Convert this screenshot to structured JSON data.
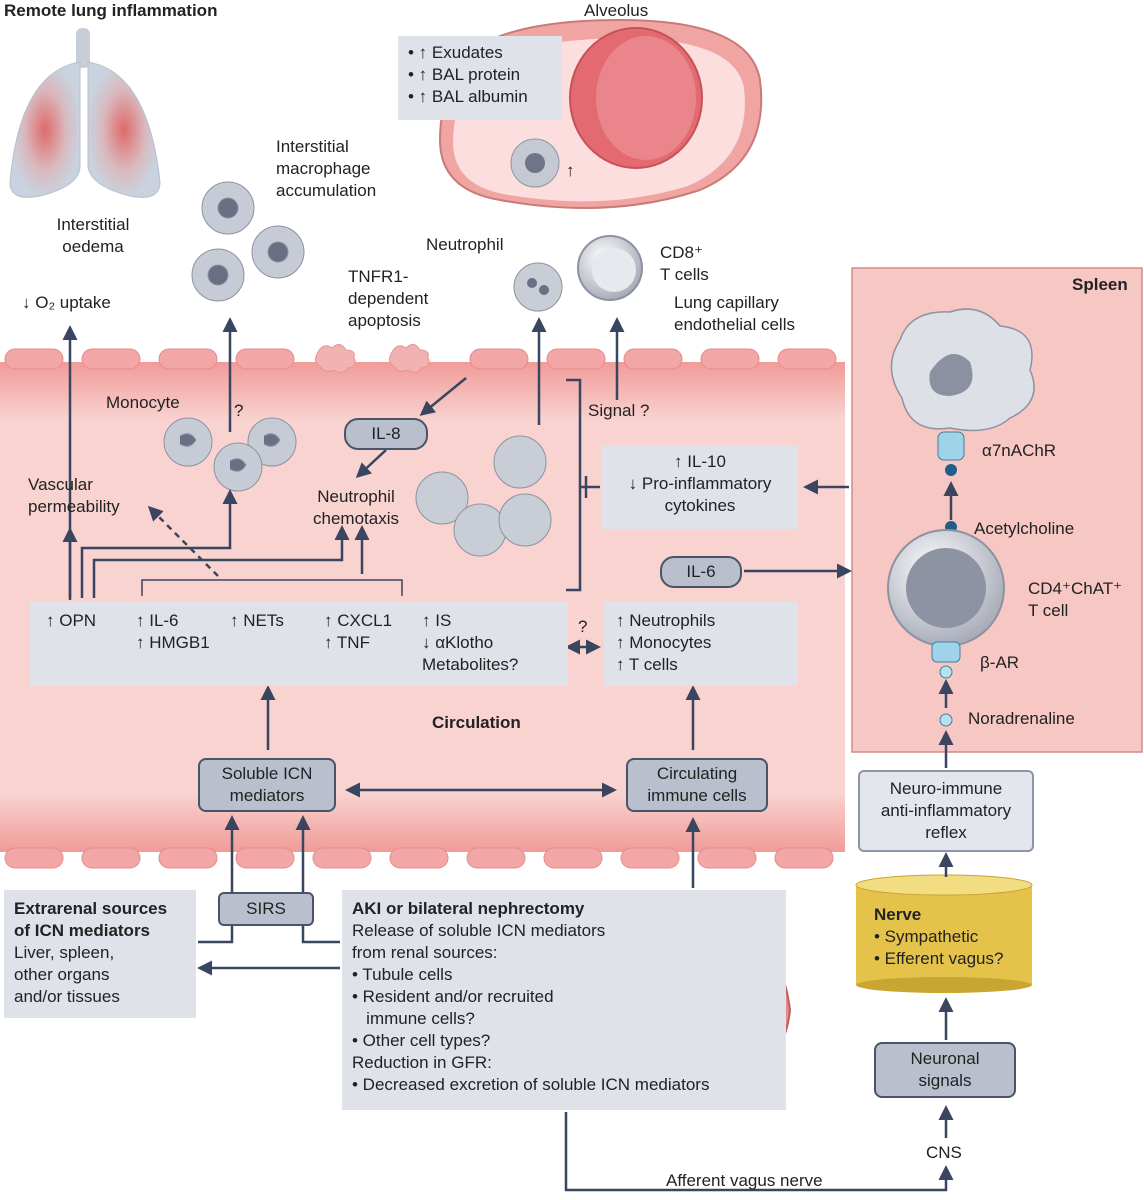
{
  "lung": {
    "title": "Remote lung inflammation",
    "oedema": [
      "Interstitial",
      "oedema"
    ],
    "o2": "↓ O₂ uptake",
    "macrophage": [
      "Interstitial",
      "macrophage",
      "accumulation"
    ],
    "tnfr1": [
      "TNFR1-",
      "dependent",
      "apoptosis"
    ],
    "neutrophil": "Neutrophil",
    "cd8": [
      "CD8⁺",
      "T cells"
    ],
    "capillary": [
      "Lung capillary",
      "endothelial cells"
    ],
    "monocyte": "Monocyte",
    "question": "?",
    "signal": "Signal ?"
  },
  "alveolus": {
    "title": "Alveolus",
    "items": [
      "• ↑ Exudates",
      "• ↑ BAL protein",
      "• ↑ BAL albumin"
    ],
    "arrow": "↑"
  },
  "circulation": {
    "title": "Circulation",
    "il8": "IL-8",
    "vascular": [
      "Vascular",
      "permeability"
    ],
    "chemotaxis": [
      "Neutrophil",
      "chemotaxis"
    ],
    "il10": [
      "↑ IL-10",
      "↓ Pro-inflammatory",
      "cytokines"
    ],
    "il6": "IL-6",
    "mediators_box": {
      "opn": "↑ OPN",
      "il6": [
        "↑ IL-6",
        "↑ HMGB1"
      ],
      "nets": "↑ NETs",
      "cxcl1": [
        "↑ CXCL1",
        "↑ TNF"
      ],
      "is": [
        "↑ IS",
        "↓ αKlotho",
        "Metabolites?"
      ]
    },
    "cells_box": [
      "↑ Neutrophils",
      "↑ Monocytes",
      "↑ T cells"
    ],
    "bidir_q": "?",
    "soluble": [
      "Soluble ICN",
      "mediators"
    ],
    "circulating": [
      "Circulating",
      "immune cells"
    ]
  },
  "spleen": {
    "title": "Spleen",
    "receptor": "α7nAChR",
    "acetylcholine": "Acetylcholine",
    "tcell": [
      "CD4⁺ChAT⁺",
      "T cell"
    ],
    "bar": "β-AR",
    "noradrenaline": "Noradrenaline"
  },
  "reflex": [
    "Neuro-immune",
    "anti-inflammatory",
    "reflex"
  ],
  "nerve": {
    "title": "Nerve",
    "items": [
      "• Sympathetic",
      "• Efferent vagus?"
    ]
  },
  "neuronal": [
    "Neuronal",
    "signals"
  ],
  "cns": "CNS",
  "afferent": "Afferent vagus nerve",
  "sirs": "SIRS",
  "extrarenal": {
    "title": [
      "Extrarenal sources",
      "of ICN mediators"
    ],
    "body": [
      "Liver, spleen,",
      "other organs",
      "and/or tissues"
    ]
  },
  "aki": {
    "title": "AKI or bilateral nephrectomy",
    "lines": [
      "Release of soluble ICN mediators",
      "from renal sources:",
      "• Tubule cells",
      "• Resident and/or recruited",
      "   immune cells?",
      "• Other cell types?",
      "Reduction in GFR:",
      "• Decreased excretion of soluble ICN mediators"
    ]
  },
  "colors": {
    "circulation_bg": "#f6c7c3",
    "spleen_bg": "#f6c7c3",
    "box_grey": "#dfe2e8",
    "pill_grey": "#b9bfcc",
    "arrow": "#3a4560",
    "nerve_yellow": "#e8c64a",
    "endothelial": "#f0a3a3"
  }
}
